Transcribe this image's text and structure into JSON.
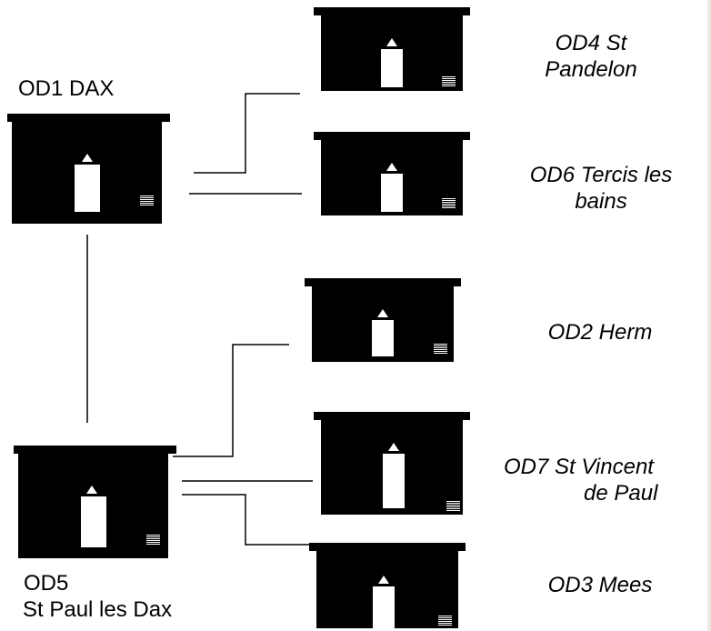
{
  "nodes": {
    "od1": {
      "line1": "OD1 DAX"
    },
    "od4": {
      "line1": "OD4 St",
      "line2": "Pandelon"
    },
    "od6": {
      "line1": "OD6 Tercis les",
      "line2": "bains"
    },
    "od2": {
      "line1": "OD2 Herm"
    },
    "od7": {
      "line1": "OD7 St Vincent",
      "line2": "de Paul"
    },
    "od5": {
      "line1": "OD5",
      "line2": "St Paul les Dax"
    },
    "od3": {
      "line1": "OD3 Mees"
    }
  },
  "icon": "cabinet-icon",
  "colors": {
    "line": "#000000",
    "cabinet": "#000000",
    "background": "#ffffff"
  }
}
